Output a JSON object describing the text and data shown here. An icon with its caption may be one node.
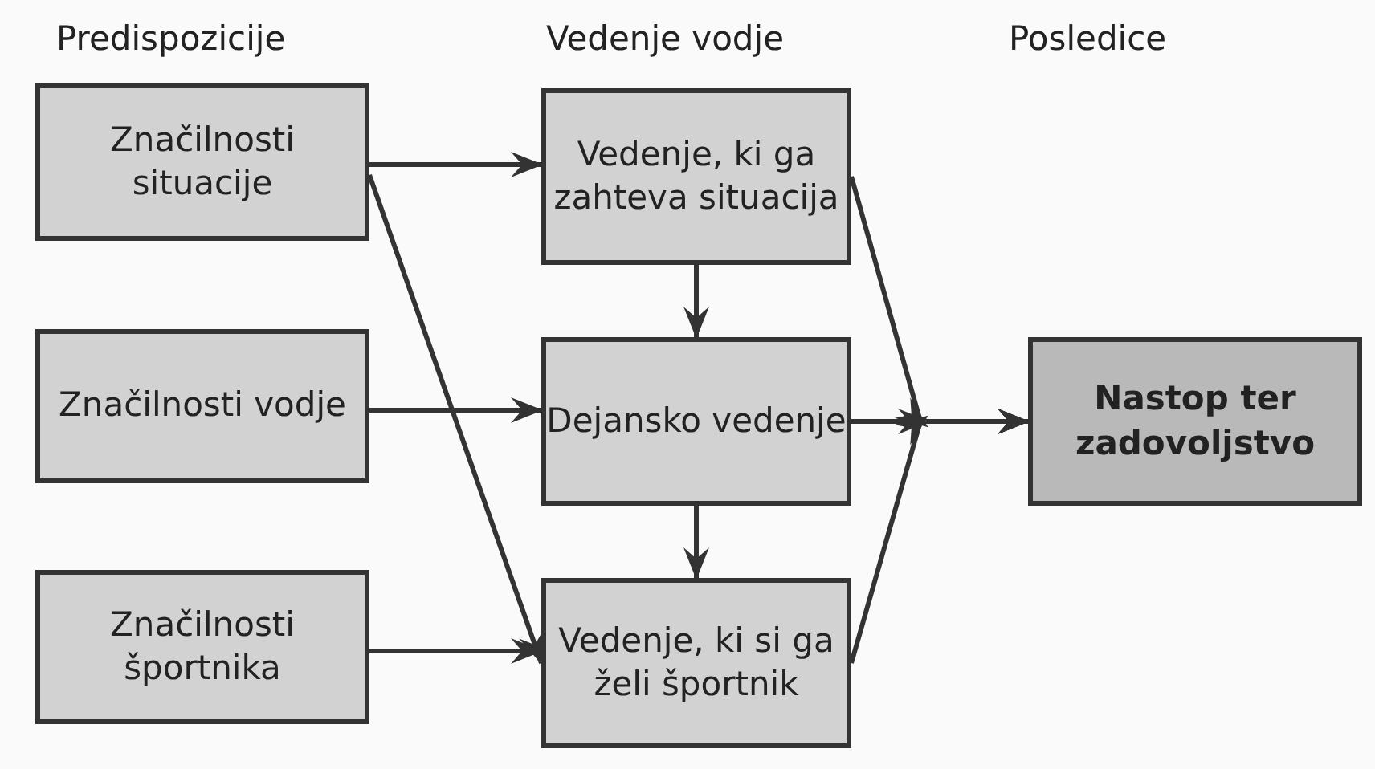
{
  "diagram": {
    "nodes": [
      {
        "text": [
          "Značilnosti situacije"
        ]
      },
      {
        "text": [
          "Značilnosti vodje"
        ]
      },
      {
        "text": [
          "Značilnosti športnika"
        ]
      },
      {
        "text": [
          "Vedenje, ki ga zahteva situacija"
        ]
      },
      {
        "text": [
          "Dejansko vedenje"
        ]
      },
      {
        "text": [
          "Vedenje, ki si ga želi športnik"
        ]
      },
      {
        "text": [
          "Nastop ter zadovoljstvo"
        ]
      }
    ],
    "edges": [
      {
        "from": 0,
        "to": 3,
        "arrow": "to"
      },
      {
        "from": 0,
        "to": 5,
        "arrow": "to"
      },
      {
        "from": 1,
        "to": 4,
        "arrow": "to"
      },
      {
        "from": 2,
        "to": 5,
        "arrow": "to"
      },
      {
        "from": 3,
        "to": 4,
        "arrow": "to"
      },
      {
        "from": 4,
        "to": 5,
        "arrow": "to"
      },
      {
        "from": 3,
        "to": 6,
        "arrow": "to"
      },
      {
        "from": 4,
        "to": 6,
        "arrow": "to"
      },
      {
        "from": 5,
        "to": 6,
        "arrow": "to"
      }
    ],
    "labels": [
      "Predispozicije",
      "Vedenje vodje",
      "Posledice"
    ]
  }
}
